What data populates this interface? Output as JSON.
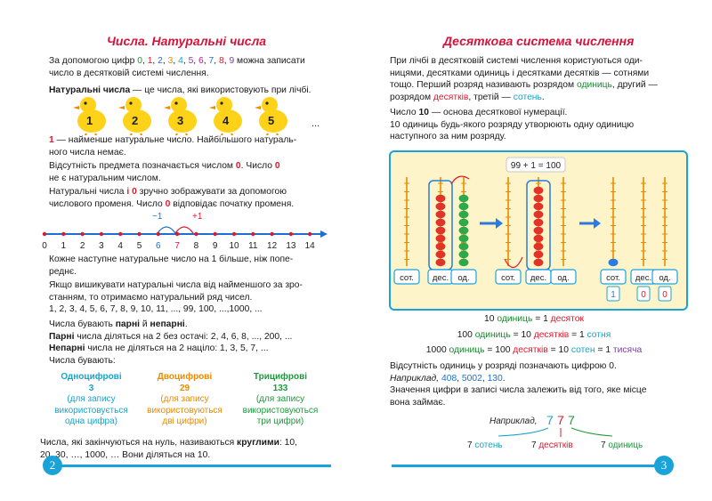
{
  "left": {
    "title": "Числа. Натуральні числа",
    "p1_a": "За допомогою цифр",
    "digits": [
      "0",
      "1",
      "2",
      "3",
      "4",
      "5",
      "6",
      "7",
      "8",
      "9"
    ],
    "p1_b": "можна записати",
    "p1_c": "число в десятковій системі числення.",
    "p2_bold": "Натуральні числа",
    "p2_rest": " — це числа, які використовують при лічбі.",
    "chicks": [
      "1",
      "2",
      "3",
      "4",
      "5"
    ],
    "chick_ellipsis": "...",
    "p3_one": "1",
    "p3_a": " — найменше натуральне число. Найбільшого натураль-",
    "p3_b": "ного числа немає.",
    "p4_a": "Відсутність предмета позначається числом",
    "p4_zero": "0",
    "p4_b": ". Число",
    "p4_zero2": "0",
    "p4_c": "не є натуральним числом.",
    "p5_a": "Натуральні числа",
    "p5_i": "і",
    "p5_zero": "0",
    "p5_b": "зручно зображувати за допомогою",
    "p5_c": "числового променя. Число",
    "p5_zero2": "0",
    "p5_d": "відповідає початку променя.",
    "ray_minus": "−1",
    "ray_plus": "+1",
    "ray_ticks": [
      "0",
      "1",
      "2",
      "3",
      "4",
      "5",
      "6",
      "7",
      "8",
      "9",
      "10",
      "11",
      "12",
      "13",
      "14"
    ],
    "p6_a": "Кожне наступне натуральне число на 1 більше, ніж попе-",
    "p6_b": "реднє.",
    "p7_a": "Якщо вишикувати натуральні числа від найменшого за зро-",
    "p7_b": "станням, то отримаємо натуральний ряд чисел.",
    "p7_c": "1, 2, 3, 4, 5, 6, 7, 8, 9, 10, 11, ..., 99, 100, ...,1000, ...",
    "p8_a": "Числа бувають ",
    "p8_even": "парні",
    "p8_mid": " й ",
    "p8_odd": "непарні",
    "p8_end": ".",
    "p9_bold": "Парні",
    "p9_rest": " числа діляться на 2 без остачі:  2, 4, 6, 8, ..., 200, ...",
    "p10_bold": "Непарні",
    "p10_rest": " числа не діляться на 2 націло:  1, 3, 5, 7, ...",
    "p11": "Числа бувають:",
    "col1": {
      "h": "Одноцифрові",
      "n": "3",
      "l1": "(для запису",
      "l2": "використовується",
      "l3": "одна цифра)"
    },
    "col2": {
      "h": "Двоцифрові",
      "n": "29",
      "l1": "(для запису",
      "l2": "використовуються",
      "l3": "дві цифри)"
    },
    "col3": {
      "h": "Трицифрові",
      "n": "133",
      "l1": "(для запису",
      "l2": "використовуються",
      "l3": "три цифри)"
    },
    "p12_a": "Числа, які закінчуються на нуль, називаються ",
    "p12_bold": "круглими",
    "p12_b": ": 10,",
    "p12_c": "20, 30, …, 1000, … Вони діляться на 10.",
    "page_num": "2"
  },
  "right": {
    "title": "Десяткова система числення",
    "p1_a": "При лічбі в десятковій системі числення користуються оди-",
    "p1_b": "ницями, десятками одиниць і десятками десятків — сотнями",
    "p1_c1": "тощо. Перший розряд називають розрядом ",
    "p1_units": "одиниць",
    "p1_c2": ", другий —",
    "p1_d1": "розрядом ",
    "p1_tens": "десятків",
    "p1_d2": ", третій — ",
    "p1_hund": "сотень",
    "p1_d3": ".",
    "p2_a": "Число ",
    "p2_ten": "10",
    "p2_b": " — основа десяткової нумерації.",
    "p3_a": "10 одиниць будь-якого розряду утворюють одну одиницю",
    "p3_b": "наступного за ним розряду.",
    "equation": "99 + 1 = 100",
    "abacus_labels": [
      "сот.",
      "дес.",
      "од.",
      "сот.",
      "дес.",
      "од.",
      "сот.",
      "дес.",
      "од."
    ],
    "abacus_result": [
      "1",
      "0",
      "0"
    ],
    "eq1": {
      "a": "10 ",
      "u": "одиниць",
      "b": " = 1 ",
      "t": "десяток"
    },
    "eq2": {
      "a": "100 ",
      "u": "одиниць",
      "b": " = 10 ",
      "t": "десятків",
      "c": " = 1 ",
      "h": "сотня"
    },
    "eq3": {
      "a": "1000 ",
      "u": "одиниць",
      "b": " = 100 ",
      "t": "десятків",
      "c": " = 10 ",
      "h": "сотен",
      "d": " = 1 ",
      "th": "тисяча"
    },
    "p4": "Відсутність одиниць у розряді позначають цифрою 0.",
    "p5_i": "Наприклад,",
    "p5_nums": [
      "408",
      "5002",
      "130"
    ],
    "p6_a": "Значення цифри в записі числа залежить від того, яке місце",
    "p6_b": "вона займає.",
    "ex_label": "Наприклад,",
    "ex_digits": [
      "7",
      "7",
      "7"
    ],
    "ex_h_n": "7 ",
    "ex_h": "сотень",
    "ex_t_n": "7 ",
    "ex_t": "десятків",
    "ex_u_n": "7 ",
    "ex_u": "одиниць",
    "page_num": "3"
  },
  "colors": {
    "title": "#d4143c",
    "accent": "#1aa3d9",
    "panel": "#fdf5c9"
  }
}
